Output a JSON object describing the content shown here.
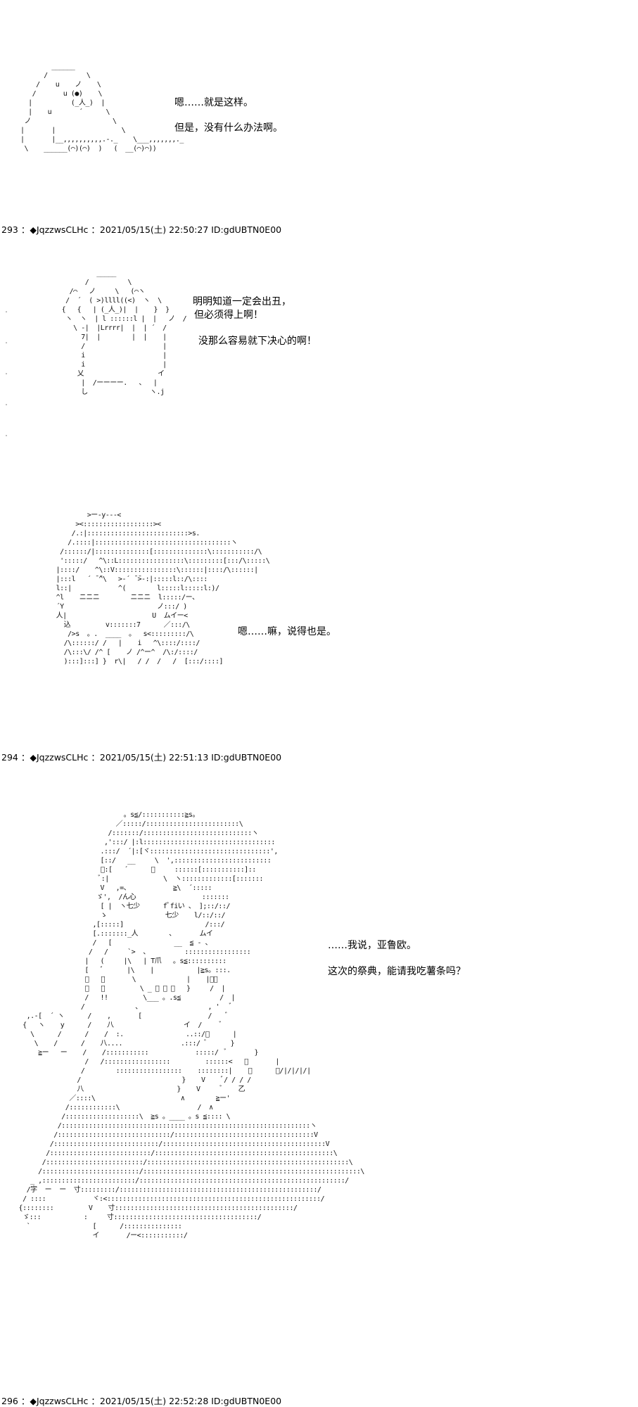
{
  "posts": [
    {
      "dialogue": [
        "嗯……就是这样。",
        "但是，没有什么办法啊。"
      ]
    },
    {
      "header": "293 ：◆JqzzwsCLHc ：2021/05/15(土) 22:50:27 ID:gdUBTN0E00",
      "dialogue": [
        "明明知道一定会出丑，",
        "但必须得上啊！",
        "没那么容易就下决心的啊！"
      ]
    },
    {
      "dialogue": [
        "嗯……嘛，说得也是。"
      ]
    },
    {
      "header": "294 ：◆JqzzwsCLHc ：2021/05/15(土) 22:51:13 ID:gdUBTN0E00",
      "dialogue": [
        "……我说，亚鲁欧。",
        "这次的祭典，能请我吃薯条吗？"
      ]
    },
    {
      "header": "296 ：◆JqzzwsCLHc ：2021/05/15(土) 22:52:28 ID:gdUBTN0E00"
    }
  ]
}
